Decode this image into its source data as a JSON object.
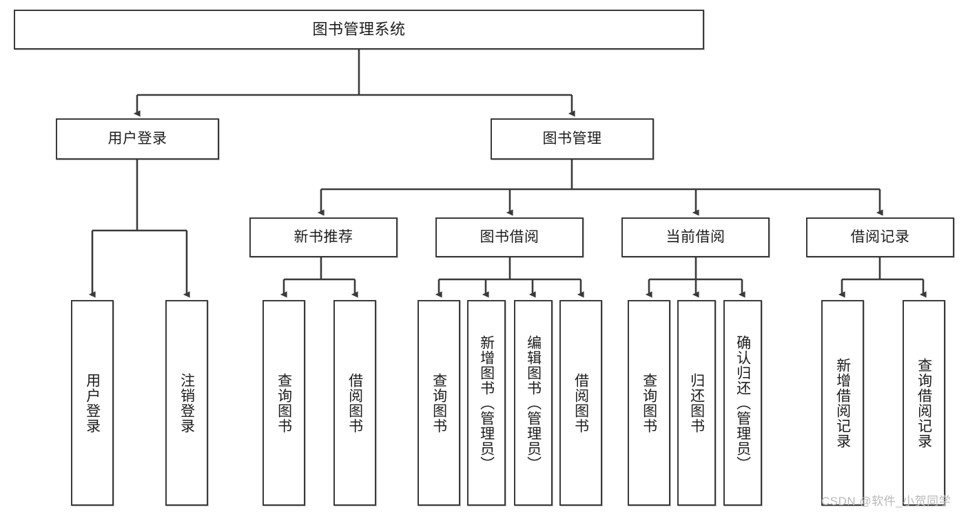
{
  "diagram": {
    "type": "tree",
    "title": "图书管理系统",
    "watermark": "CSDN @软件_小贺同学",
    "colors": {
      "background": "#ffffff",
      "node_border": "#3a3a3a",
      "node_fill": "#ffffff",
      "edge": "#3a3a3a",
      "text": "#1c1c1c",
      "watermark": "#b9b9b9"
    },
    "root": {
      "label": "图书管理系统"
    },
    "level2": [
      {
        "label": "用户登录"
      },
      {
        "label": "图书管理"
      }
    ],
    "level3": [
      {
        "label": "新书推荐"
      },
      {
        "label": "图书借阅"
      },
      {
        "label": "当前借阅"
      },
      {
        "label": "借阅记录"
      }
    ],
    "leaves": {
      "user_login": [
        {
          "label": "用户登录"
        },
        {
          "label": "注销登录"
        }
      ],
      "new_book_recommend": [
        {
          "label": "查询图书"
        },
        {
          "label": "借阅图书"
        }
      ],
      "book_borrow": [
        {
          "label": "查询图书"
        },
        {
          "label": "新增图书（管理员）"
        },
        {
          "label": "编辑图书（管理员）"
        },
        {
          "label": "借阅图书"
        }
      ],
      "current_borrow": [
        {
          "label": "查询图书"
        },
        {
          "label": "归还图书"
        },
        {
          "label": "确认归还（管理员）"
        }
      ],
      "borrow_record": [
        {
          "label": "新增借阅记录"
        },
        {
          "label": "查询借阅记录"
        }
      ]
    }
  }
}
